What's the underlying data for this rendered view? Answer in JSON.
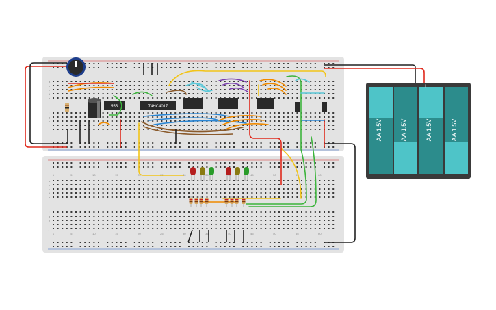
{
  "chips": {
    "timer_label": "555",
    "counter_label": "74HC4017"
  },
  "battery": {
    "cell_label": "AA 1.5V",
    "minus_label": "−",
    "plus_label": "+"
  },
  "board_numbers": [
    "1",
    "5",
    "10",
    "15",
    "20",
    "25",
    "30",
    "35",
    "40",
    "45",
    "50",
    "55",
    "60"
  ],
  "row_letters_top": [
    "a",
    "b",
    "c",
    "d",
    "e"
  ],
  "row_letters_bottom": [
    "f",
    "g",
    "h",
    "i",
    "j"
  ],
  "colors": {
    "board": "#e3e3e3",
    "hole": "#3a3a3a",
    "rail_red": "#d42a2a",
    "rail_blue": "#2a5fc4",
    "wire_red": "#e02a1d",
    "wire_black": "#222222",
    "wire_orange": "#f08a00",
    "wire_yellow": "#f2c418",
    "wire_green": "#3db43d",
    "wire_brown": "#8a5a2b",
    "wire_cyan": "#5bc8d8",
    "wire_purple": "#7a3fb0",
    "wire_blue": "#2a86d4",
    "battery_case": "#3a3a3a",
    "cell_teal": "#2c8c8c",
    "cell_light": "#4ec4c8",
    "led_red": "#b51e1e",
    "led_yellow": "#8a7a10",
    "led_green": "#2a9c2a"
  }
}
